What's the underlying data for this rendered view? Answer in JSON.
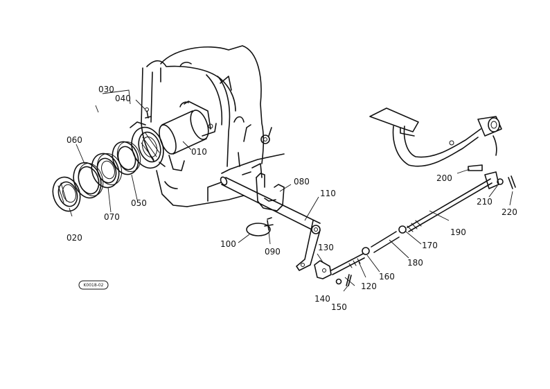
{
  "diagram_code": "K0018-02",
  "part_labels": [
    {
      "id": "010",
      "text": "010"
    },
    {
      "id": "020",
      "text": "020"
    },
    {
      "id": "030",
      "text": "030"
    },
    {
      "id": "040",
      "text": "040"
    },
    {
      "id": "050",
      "text": "050"
    },
    {
      "id": "060",
      "text": "060"
    },
    {
      "id": "070",
      "text": "070"
    },
    {
      "id": "080",
      "text": "080"
    },
    {
      "id": "090",
      "text": "090"
    },
    {
      "id": "100",
      "text": "100"
    },
    {
      "id": "110",
      "text": "110"
    },
    {
      "id": "120",
      "text": "120"
    },
    {
      "id": "130",
      "text": "130"
    },
    {
      "id": "140",
      "text": "140"
    },
    {
      "id": "150",
      "text": "150"
    },
    {
      "id": "160",
      "text": "160"
    },
    {
      "id": "170",
      "text": "170"
    },
    {
      "id": "180",
      "text": "180"
    },
    {
      "id": "190",
      "text": "190"
    },
    {
      "id": "200",
      "text": "200"
    },
    {
      "id": "210",
      "text": "210"
    },
    {
      "id": "220",
      "text": "220"
    }
  ]
}
